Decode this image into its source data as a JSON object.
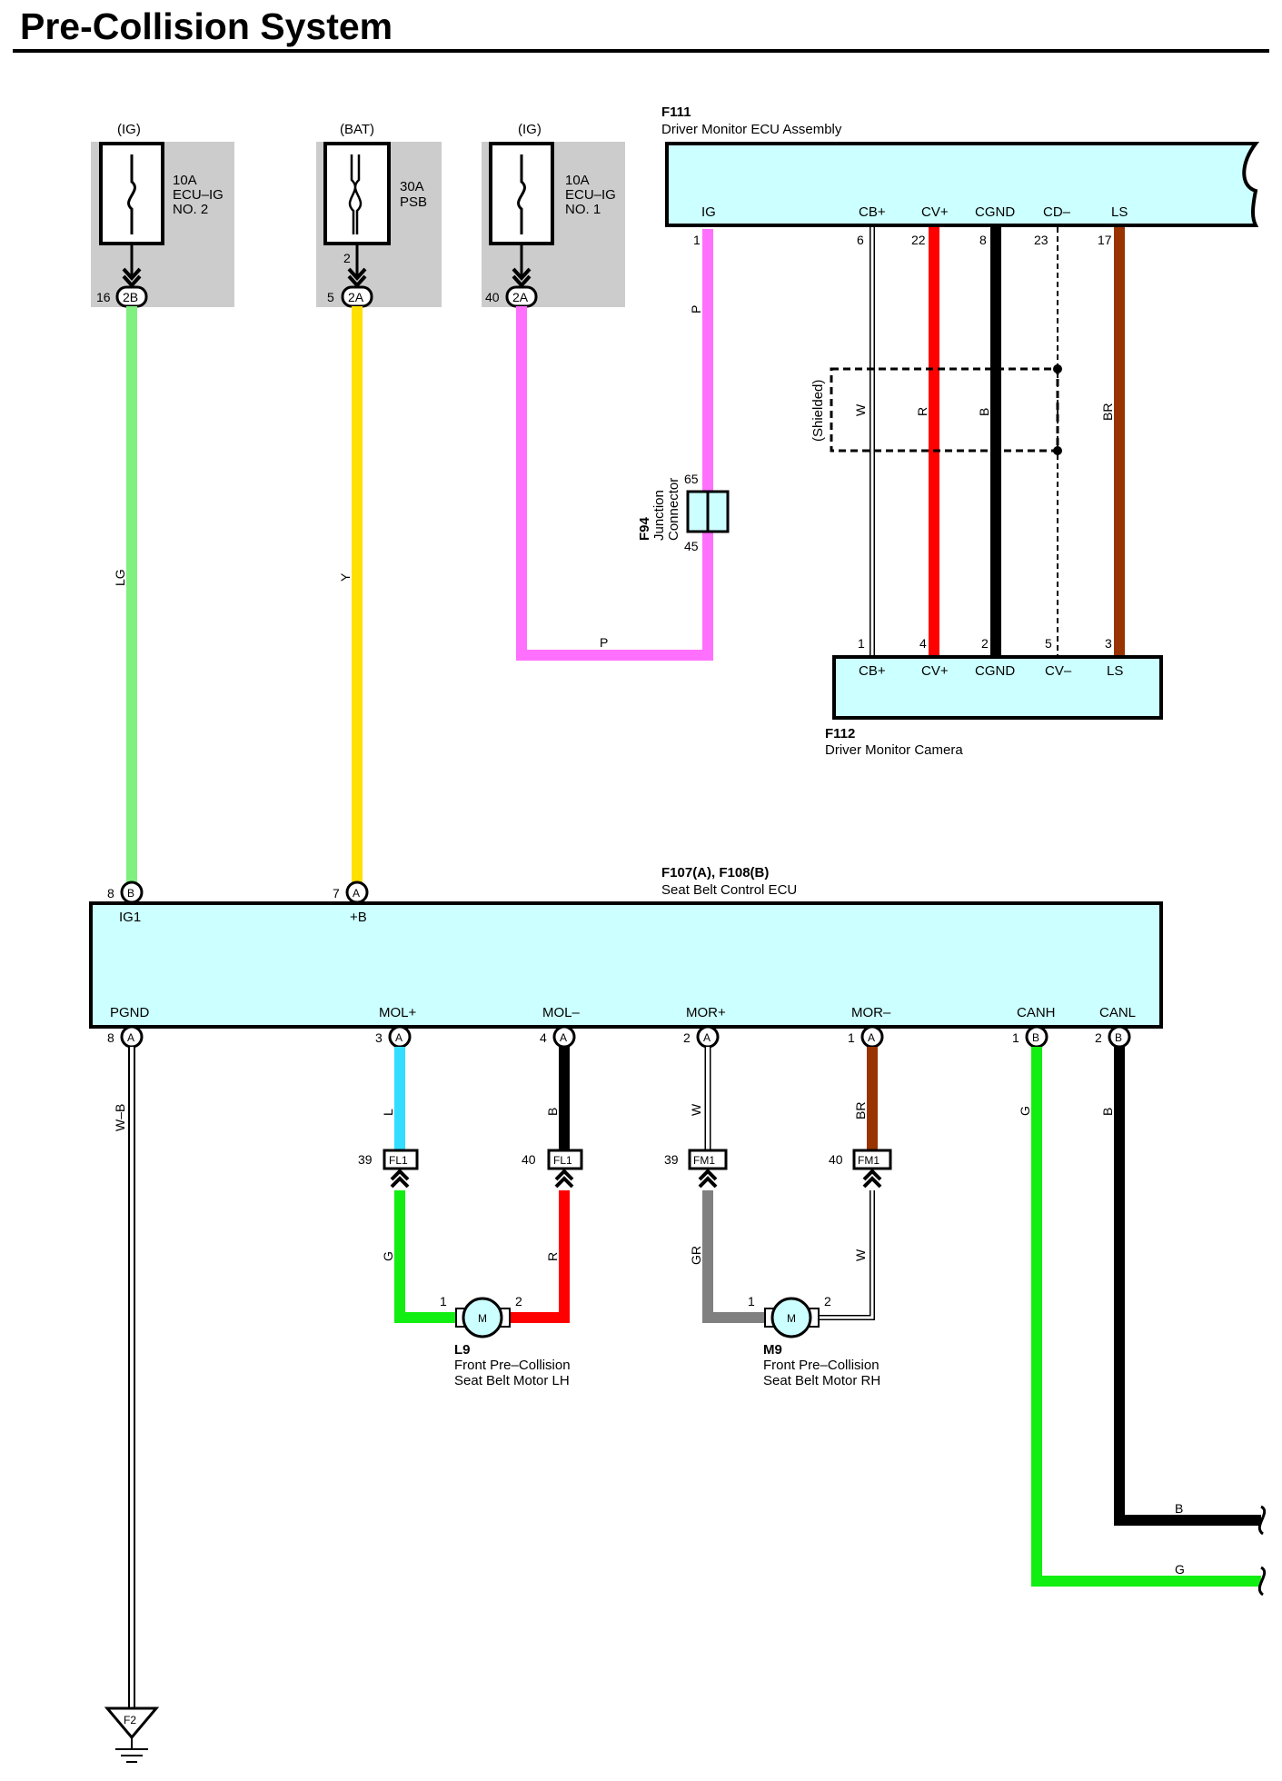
{
  "title": "Pre-Collision System",
  "fuses": [
    {
      "source": "(IG)",
      "rating": "10A",
      "name_line1": "ECU–IG",
      "name_line2": "NO. 2",
      "pin": "16",
      "connector": "2B"
    },
    {
      "source": "(BAT)",
      "rating": "30A",
      "name_line1": "PSB",
      "name_line2": "",
      "upper_pin": "2",
      "pin": "5",
      "connector": "2A"
    },
    {
      "source": "(IG)",
      "rating": "10A",
      "name_line1": "ECU–IG",
      "name_line2": "NO. 1",
      "pin": "40",
      "connector": "2A"
    }
  ],
  "f111": {
    "code": "F111",
    "name": "Driver Monitor ECU Assembly",
    "terminals": [
      "IG",
      "CB+",
      "CV+",
      "CGND",
      "CD–",
      "LS"
    ],
    "pins": [
      "1",
      "6",
      "22",
      "8",
      "23",
      "17"
    ]
  },
  "f112": {
    "code": "F112",
    "name": "Driver Monitor Camera",
    "terminals": [
      "CB+",
      "CV+",
      "CGND",
      "CV–",
      "LS"
    ],
    "pins": [
      "1",
      "4",
      "2",
      "5",
      "3"
    ]
  },
  "shielded_label": "(Shielded)",
  "f94": {
    "code": "F94",
    "name_line1": "Junction",
    "name_line2": "Connector",
    "pin_top": "65",
    "pin_bottom": "45"
  },
  "ecu": {
    "code": "F107(A), F108(B)",
    "name": "Seat Belt Control ECU",
    "top_terminals": [
      {
        "pin": "8",
        "conn": "B",
        "name": "IG1"
      },
      {
        "pin": "7",
        "conn": "A",
        "name": "+B"
      }
    ],
    "bottom_terminals": [
      {
        "pin": "8",
        "conn": "A",
        "name": "PGND"
      },
      {
        "pin": "3",
        "conn": "A",
        "name": "MOL+"
      },
      {
        "pin": "4",
        "conn": "A",
        "name": "MOL–"
      },
      {
        "pin": "2",
        "conn": "A",
        "name": "MOR+"
      },
      {
        "pin": "1",
        "conn": "A",
        "name": "MOR–"
      },
      {
        "pin": "1",
        "conn": "B",
        "name": "CANH"
      },
      {
        "pin": "2",
        "conn": "B",
        "name": "CANL"
      }
    ]
  },
  "inline_connectors": [
    {
      "pin": "39",
      "name": "FL1"
    },
    {
      "pin": "40",
      "name": "FL1"
    },
    {
      "pin": "39",
      "name": "FM1"
    },
    {
      "pin": "40",
      "name": "FM1"
    }
  ],
  "motors": [
    {
      "code": "L9",
      "line1": "Front Pre–Collision",
      "line2": "Seat Belt Motor LH",
      "symbol": "M",
      "pin1": "1",
      "pin2": "2"
    },
    {
      "code": "M9",
      "line1": "Front Pre–Collision",
      "line2": "Seat Belt Motor RH",
      "symbol": "M",
      "pin1": "1",
      "pin2": "2"
    }
  ],
  "ground": {
    "code": "F2"
  },
  "wire_labels": {
    "lg": "LG",
    "y": "Y",
    "p1": "P",
    "p2": "P",
    "w_shield": "W",
    "r_shield": "R",
    "b_shield": "B",
    "br_ls": "BR",
    "wb": "W–B",
    "l": "L",
    "b_mol": "B",
    "w_mor": "W",
    "br_mor": "BR",
    "g_can": "G",
    "b_can": "B",
    "g_motor": "G",
    "r_motor": "R",
    "gr_motor": "GR",
    "w_motor": "W",
    "b_out": "B",
    "g_out": "G"
  },
  "wire_colors": {
    "LG": "#80f080",
    "Y": "#ffe000",
    "P": "#ff70ff",
    "R": "#ff0000",
    "B": "#000000",
    "BR": "#993300",
    "L": "#33ddff",
    "G": "#11ee11",
    "GR": "#808080",
    "W": "#ffffff"
  }
}
